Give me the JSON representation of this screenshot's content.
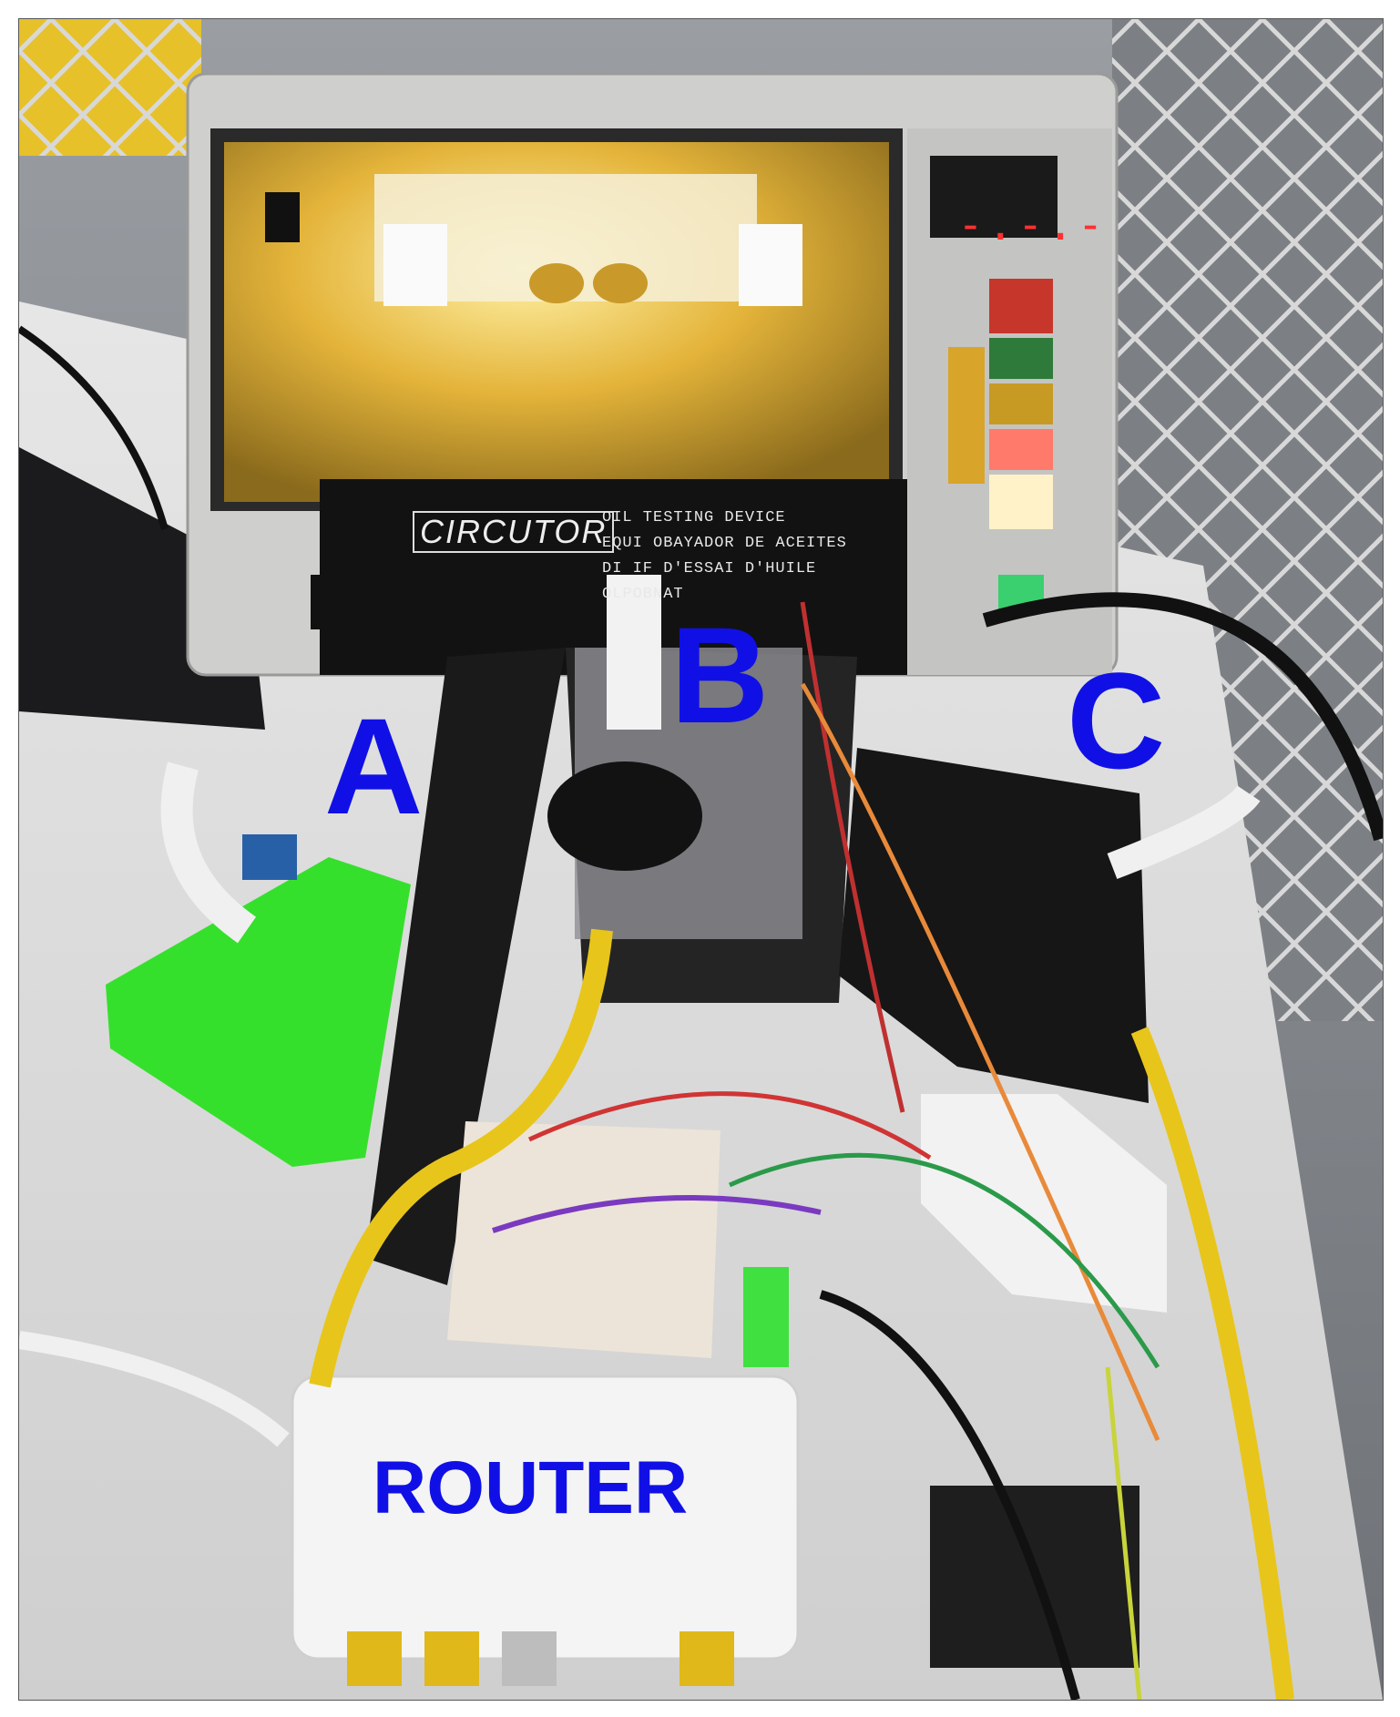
{
  "labels": {
    "a": "A",
    "b": "B",
    "c": "C",
    "router": "ROUTER"
  },
  "device_panel": {
    "brand": "CIRCUTOR",
    "line1": "OIL TESTING DEVICE",
    "line2": "EQUI   OBAYADOR DE ACEITES",
    "line3": "DI    IF D'ESSAI D'HUILE",
    "line4": "       OLPOBNAT",
    "display": "-.-.-"
  },
  "colors": {
    "label_blue": "#1010e6",
    "housing_grey": "#c9c9c7",
    "lit_chamber": "#e8c34a",
    "case_green": "#2ee62a",
    "router_white": "#f1f1f1",
    "cable_yellow": "#e8c51a"
  }
}
